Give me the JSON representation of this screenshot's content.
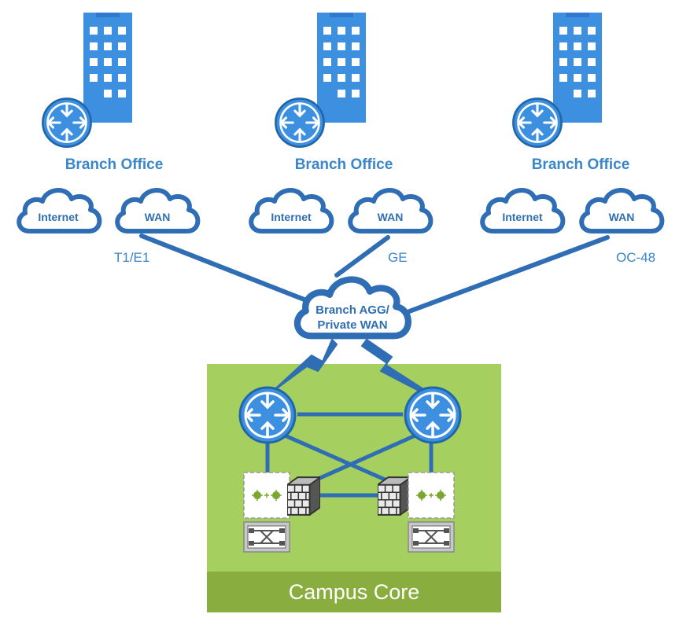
{
  "colors": {
    "brand_blue": "#3d8fe0",
    "line_blue": "#2f6db4",
    "campus_green": "#a5cf5f",
    "campus_band": "#8aad3f",
    "label_blue": "#3a86c8"
  },
  "icons": [
    "building-icon",
    "router-icon",
    "cloud-icon",
    "firewall-icon",
    "load-balancer-icon",
    "switch-icon"
  ],
  "branches": [
    {
      "label": "Branch Office",
      "internet": "Internet",
      "wan": "WAN",
      "link": "T1/E1"
    },
    {
      "label": "Branch Office",
      "internet": "Internet",
      "wan": "WAN",
      "link": "GE"
    },
    {
      "label": "Branch Office",
      "internet": "Internet",
      "wan": "WAN",
      "link": "OC-48"
    }
  ],
  "aggregation": {
    "line1": "Branch AGG/",
    "line2": "Private WAN"
  },
  "campus": {
    "label": "Campus Core"
  }
}
